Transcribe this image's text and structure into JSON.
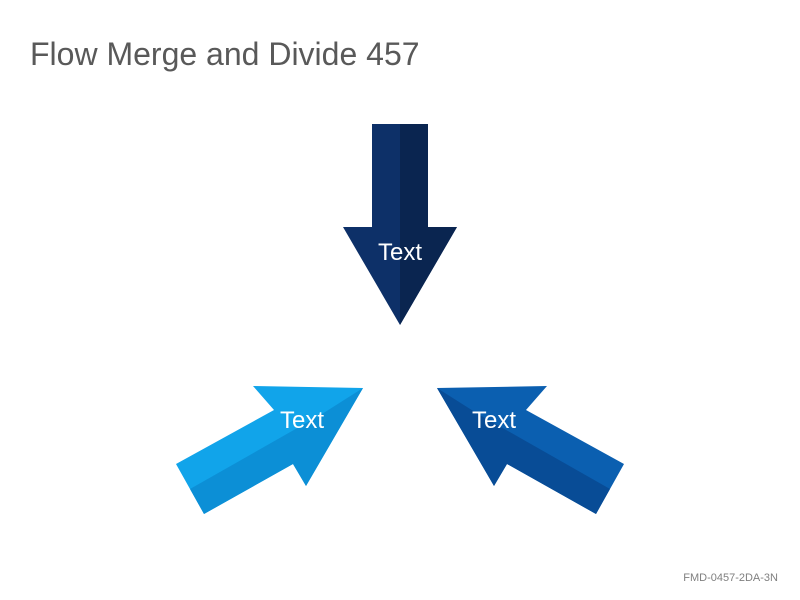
{
  "slide": {
    "title": "Flow Merge and Divide 457",
    "footer_code": "FMD-0457-2DA-3N"
  },
  "arrows": [
    {
      "label": "Text",
      "color_main": "#0D3068",
      "color_shade": "#0A2550",
      "direction": "down"
    },
    {
      "label": "Text",
      "color_main": "#11A4EA",
      "color_shade": "#0C8FD6",
      "direction": "up-right"
    },
    {
      "label": "Text",
      "color_main": "#0B5FB0",
      "color_shade": "#084C96",
      "direction": "up-left"
    }
  ]
}
